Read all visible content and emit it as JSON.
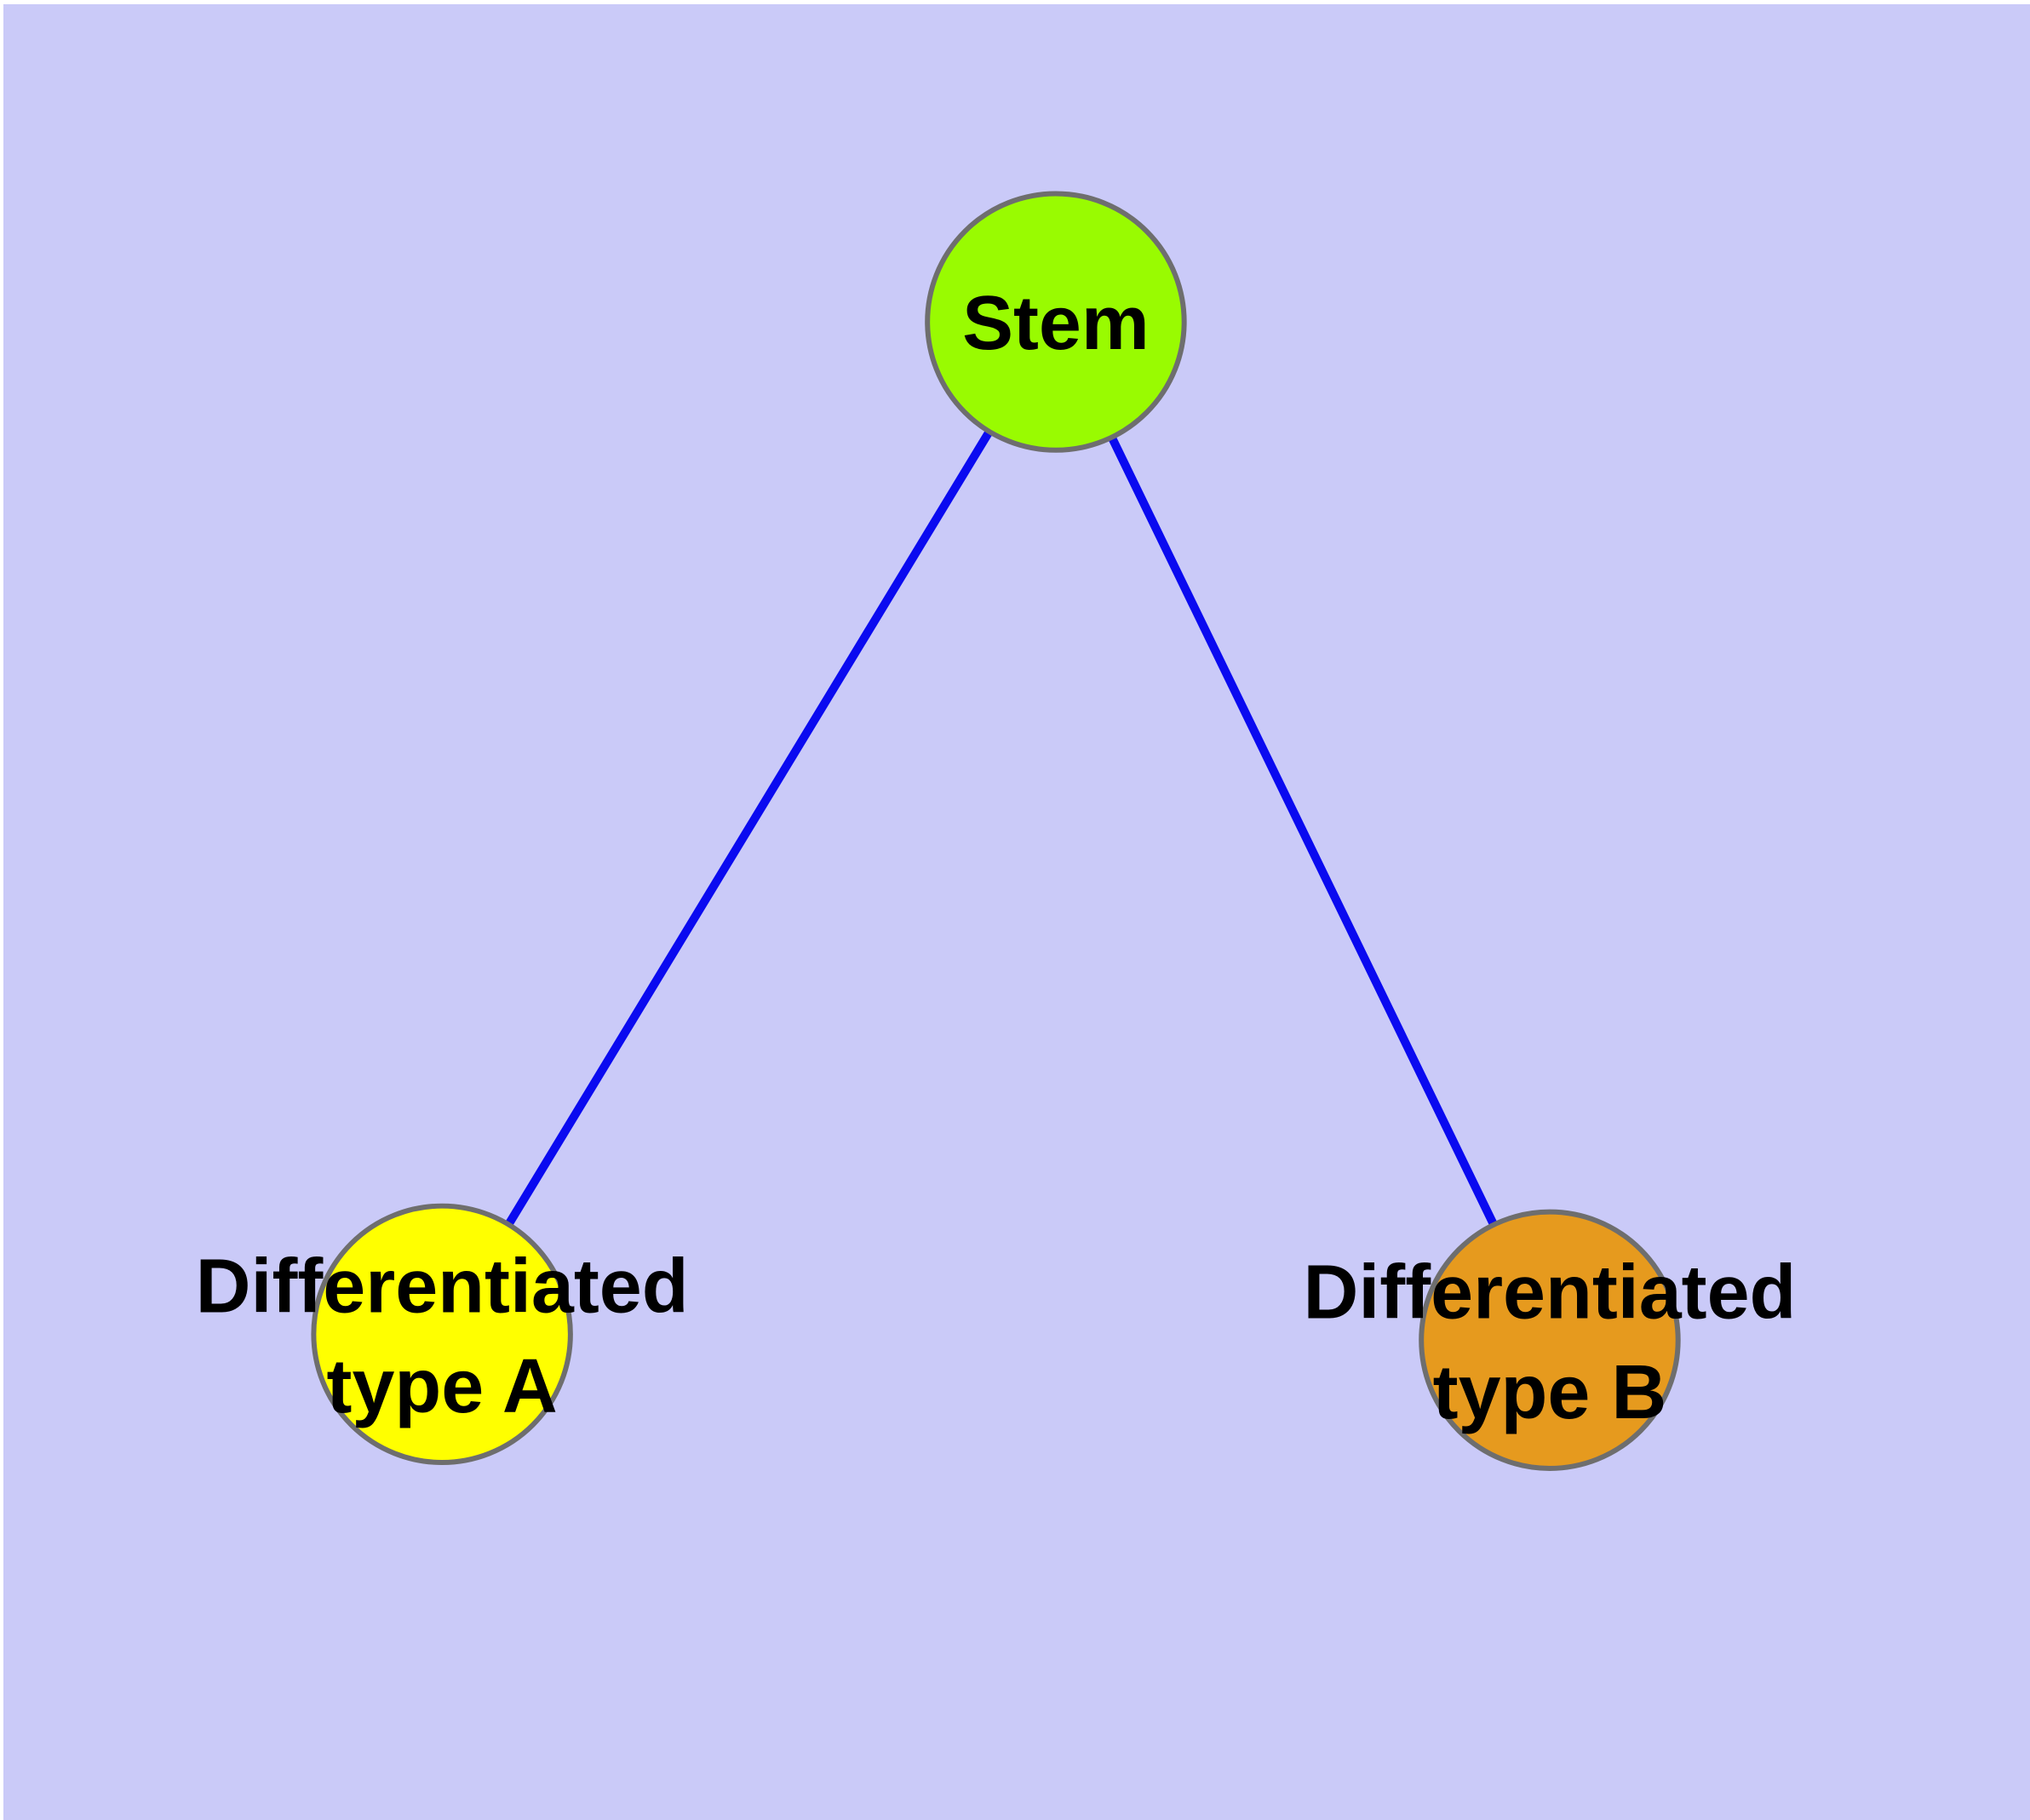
{
  "diagram": {
    "background_color": "#CACAF8",
    "frame_color": "#FFFFFF",
    "text_color": "#000000",
    "node_border_color": "#6E6E6E",
    "edge_color": "#0A0AF0",
    "nodes": [
      {
        "id": "stem",
        "label": "Stem",
        "fill": "#99FB01",
        "border": "#6E6E6E"
      },
      {
        "id": "differentiated-type-a",
        "label_line1": "Differentiated",
        "label_line2": "type A",
        "fill": "#FFFF00",
        "border": "#6E6E6E"
      },
      {
        "id": "differentiated-type-b",
        "label_line1": "Differentiated",
        "label_line2": "type B",
        "fill": "#E69A1E",
        "border": "#6E6E6E"
      }
    ],
    "edges": [
      {
        "from": "stem",
        "to": "differentiated-type-a",
        "color": "#0A0AF0"
      },
      {
        "from": "stem",
        "to": "differentiated-type-b",
        "color": "#0A0AF0"
      }
    ]
  }
}
